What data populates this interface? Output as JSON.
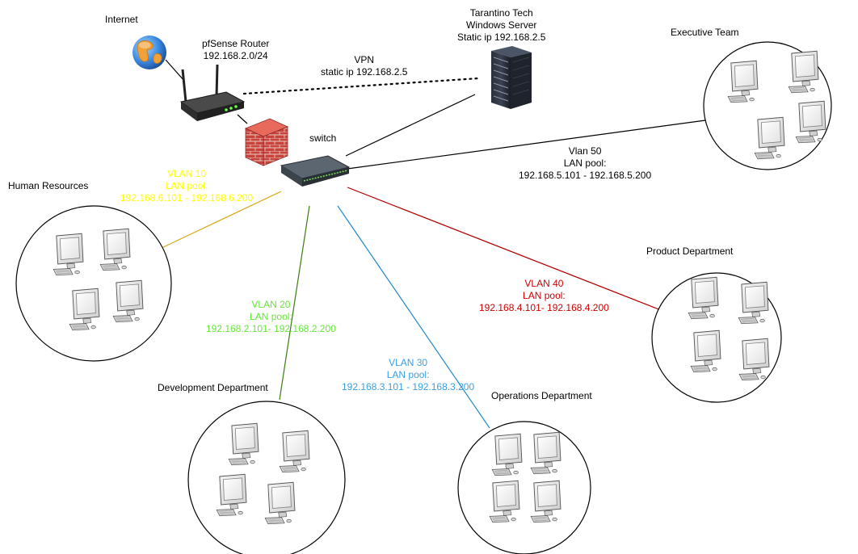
{
  "internet": {
    "label": "Internet"
  },
  "router": {
    "name": "pfSense Router",
    "subnet": "192.168.2.0/24"
  },
  "vpn": {
    "label": "VPN",
    "ip": "static ip 192.168.2.5"
  },
  "server": {
    "line1": "Tarantino Tech",
    "line2": "Windows Server",
    "line3": "Static ip 192.168.2.5"
  },
  "switch": {
    "label": "switch"
  },
  "departments": {
    "executive": "Executive Team",
    "hr": "Human Resources",
    "product": "Product Department",
    "development": "Development Department",
    "operations": "Operations Department"
  },
  "vlans": {
    "hr": {
      "name": "VLAN 10",
      "pool": "LAN pool:",
      "range": "192.168.6.101 - 192.168.6.200",
      "color": "#ffff00",
      "line_color": "#d6a60c"
    },
    "dev": {
      "name": "VLAN 20",
      "pool": "LAN pool:",
      "range": "192.168.2.101- 192.168.2.200",
      "color": "#66e63a",
      "line_color": "#3a7d0e"
    },
    "ops": {
      "name": "VLAN 30",
      "pool": "LAN pool:",
      "range": "192.168.3.101 - 192.168.3.200",
      "color": "#3b9fe0",
      "line_color": "#1e88cc"
    },
    "prod": {
      "name": "VLAN 40",
      "pool": "LAN pool:",
      "range": "192.168.4.101- 192.168.4.200",
      "color": "#cc0000",
      "line_color": "#b00000"
    },
    "exec": {
      "name": "Vlan 50",
      "pool": "LAN pool:",
      "range": "192.168.5.101 - 192.168.5.200",
      "color": "#000000",
      "line_color": "#000000"
    }
  },
  "icons": [
    "globe-icon",
    "router-icon",
    "firewall-icon",
    "server-rack-icon",
    "switch-icon",
    "workstation-icon"
  ]
}
